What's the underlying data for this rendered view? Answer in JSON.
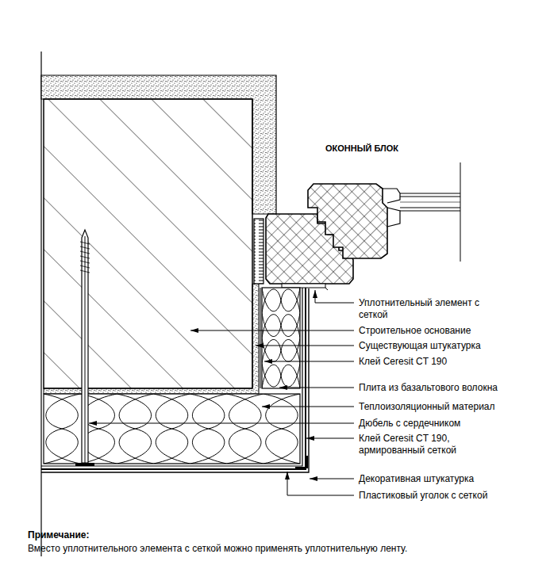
{
  "diagram": {
    "labels": [
      "ОКОННЫЙ БЛОК",
      "Уплотнительный элемент с сеткой",
      "Строительное основание",
      "Существующая штукатурка",
      "Клей Ceresit CT 190",
      "Плита из базальтового волокна",
      "Теплоизоляционный материал",
      "Дюбель с сердечником",
      "Клей Ceresit CT 190, армированный сеткой",
      "Декоративная штукатурка",
      "Пластиковый уголок с сеткой",
      "Примечание:",
      "Вместо уплотнительного элемента с сеткой можно применять уплотнительную ленту."
    ]
  }
}
